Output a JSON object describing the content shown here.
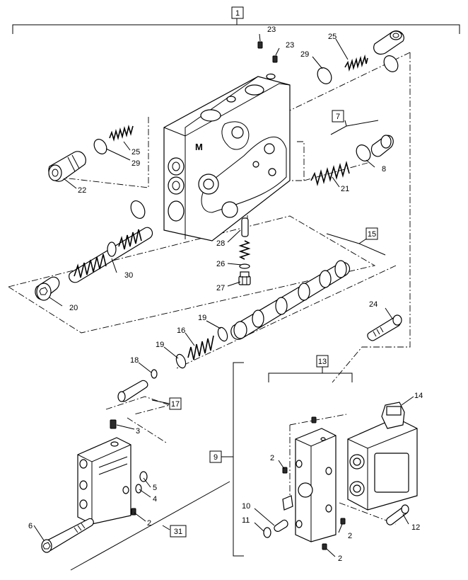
{
  "callouts": {
    "c1": "1",
    "c2a": "2",
    "c2b": "2",
    "c2c": "2",
    "c2d": "2",
    "c3": "3",
    "c4": "4",
    "c5": "5",
    "c6": "6",
    "c7": "7",
    "c8": "8",
    "c9": "9",
    "c10": "10",
    "c11": "11",
    "c12": "12",
    "c13": "13",
    "c14": "14",
    "c15": "15",
    "c16": "16",
    "c17": "17",
    "c18": "18",
    "c19a": "19",
    "c19b": "19",
    "c20": "20",
    "c21": "21",
    "c22": "22",
    "c23a": "23",
    "c23b": "23",
    "c24": "24",
    "c25a": "25",
    "c25b": "25",
    "c26": "26",
    "c27": "27",
    "c28": "28",
    "c29a": "29",
    "c29b": "29",
    "c30": "30",
    "c31": "31"
  },
  "housing_mark": "M"
}
